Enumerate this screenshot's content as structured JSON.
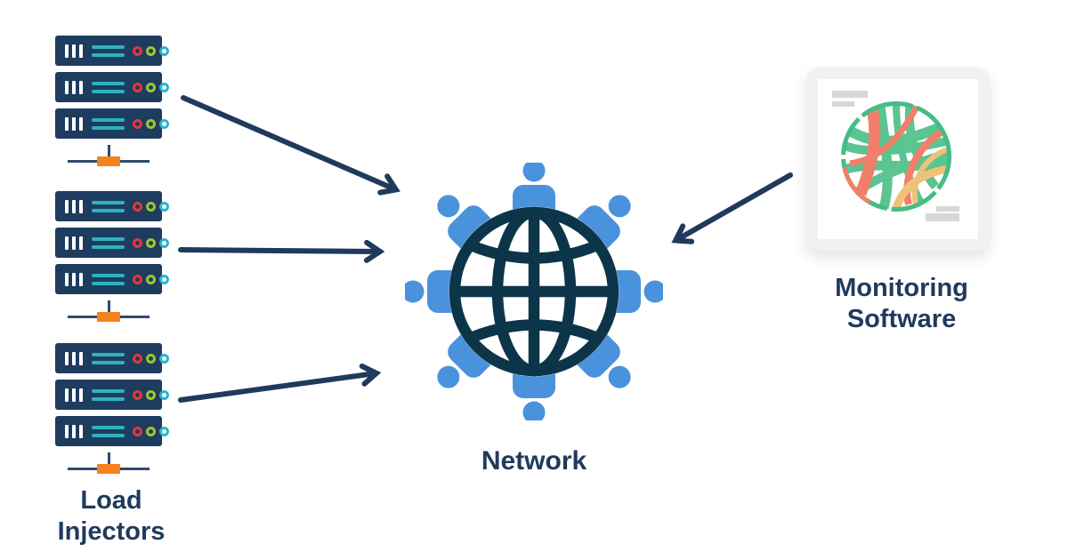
{
  "labels": {
    "load_injectors_line1": "Load",
    "load_injectors_line2": "Injectors",
    "network": "Network",
    "monitoring_line1": "Monitoring",
    "monitoring_line2": "Software"
  },
  "nodes": [
    {
      "id": "load-injectors",
      "label": "Load Injectors",
      "icon": "server-rack-icon",
      "stacks": 3,
      "servers_per_stack": 3
    },
    {
      "id": "network",
      "label": "Network",
      "icon": "network-globe-icon",
      "users_around_globe": 8
    },
    {
      "id": "monitoring-software",
      "label": "Monitoring Software",
      "icon": "chord-diagram-icon"
    }
  ],
  "edges": [
    {
      "from": "load-injectors-stack-1",
      "to": "network",
      "style": "arrow"
    },
    {
      "from": "load-injectors-stack-2",
      "to": "network",
      "style": "arrow"
    },
    {
      "from": "load-injectors-stack-3",
      "to": "network",
      "style": "arrow"
    },
    {
      "from": "monitoring-software",
      "to": "network",
      "style": "arrow"
    }
  ],
  "colors": {
    "navy_text": "#1f3a5c",
    "arrow": "#1f3a5c",
    "server_body": "#1d3c5f",
    "server_vent": "#ffffff",
    "server_line_teal": "#2bb3bd",
    "led_red": "#e0393d",
    "led_green": "#9dc62c",
    "led_cyan": "#2ab5c8",
    "connector_line": "#2d4b6e",
    "connector_orange": "#f5821f",
    "globe": "#0d3549",
    "person_blue": "#4b92dd",
    "card_bg": "#f1f1f3",
    "placeholder_gray": "#d7d7da",
    "chord_green": "#5bc591",
    "chord_ring": "#44bd85",
    "chord_salmon": "#f0806a",
    "chord_tan": "#eec377",
    "bg": "#ffffff"
  }
}
